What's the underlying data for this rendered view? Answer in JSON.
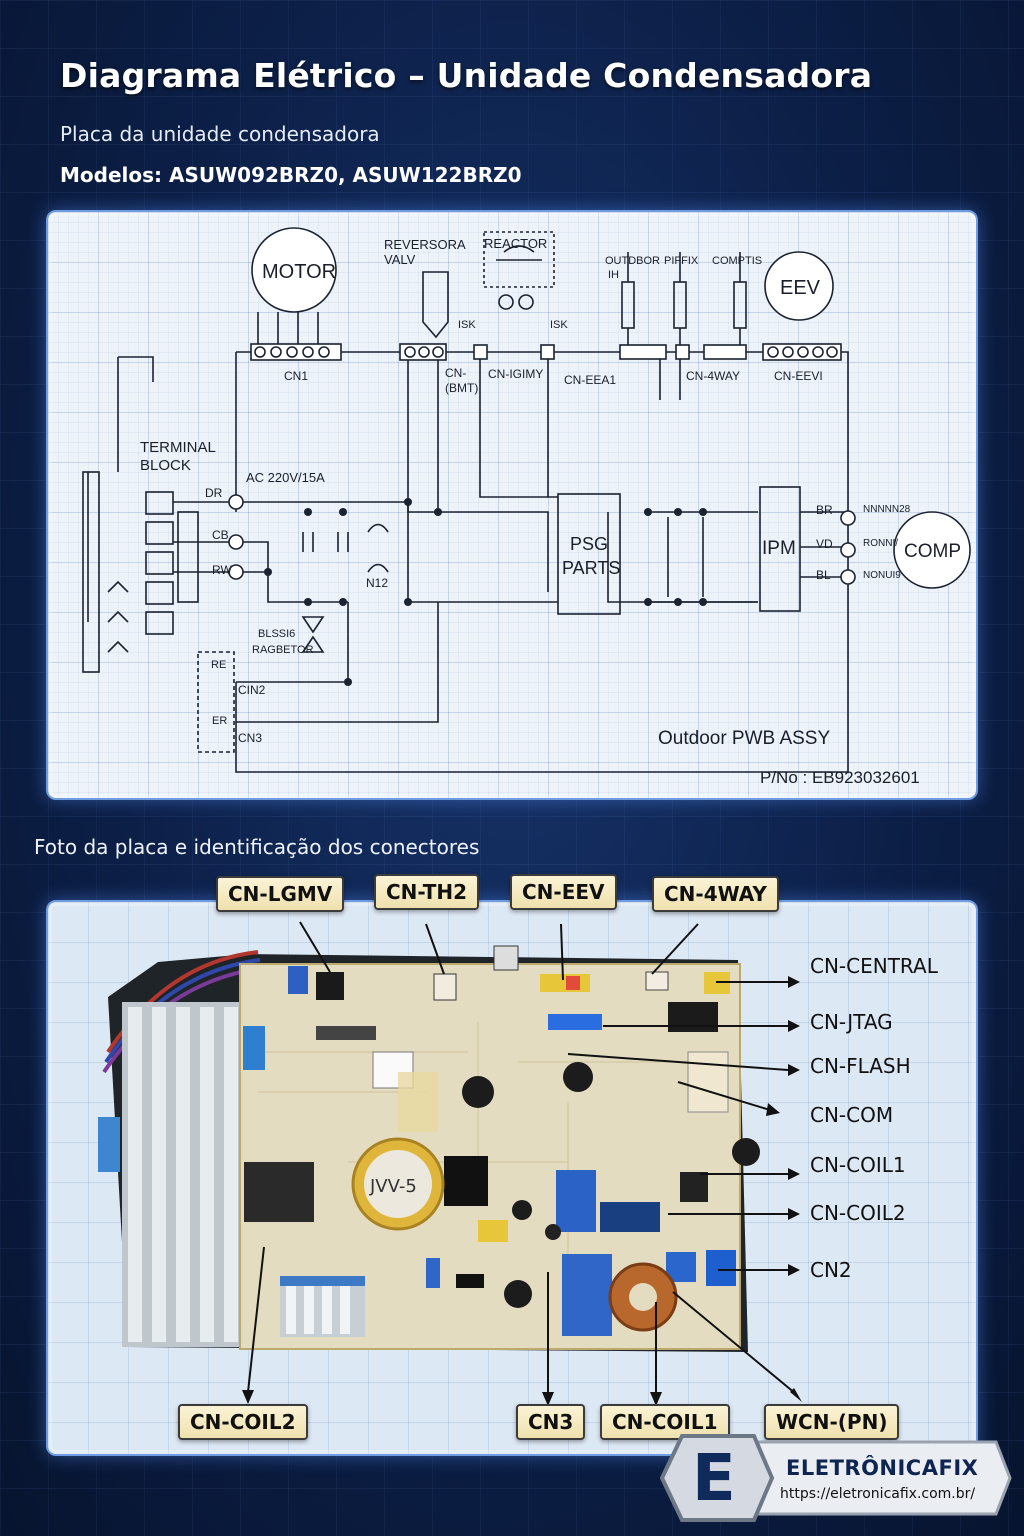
{
  "header": {
    "title": "Diagrama Elétrico – Unidade Condensadora",
    "subtitle": "Placa da unidade condensadora",
    "models": "Modelos: ASUW092BRZ0, ASUW122BRZ0"
  },
  "schematic": {
    "components": {
      "motor": "MOTOR",
      "reversing_valve": "REVERSORA",
      "reversing_valve_2": "VALV",
      "reactor": "REACTOR",
      "outdoor_th": "OUTDBOR",
      "outdoor_th_2": "IH",
      "pipe_th": "PIFFIX",
      "comp_th": "COMPTIS",
      "eev": "EEV",
      "terminal_block": "TERMINAL",
      "terminal_block_2": "BLOCK",
      "ac_rating": "AC 220V/15A",
      "psg": "PSG",
      "psg_2": "PARTS",
      "ipm": "IPM",
      "comp": "COMP",
      "n12": "N12",
      "bridge": "BLSSI6",
      "bridge_2": "RAGBETOR",
      "board_name": "Outdoor PWB ASSY",
      "part_number": "P/No : EB923032601"
    },
    "connectors": {
      "cn1": "CN1",
      "cn_bmt": "CN-",
      "cn_bmt_2": "(BMT)",
      "cn_lgmv": "CN-IGIMY",
      "cn_eea1": "CN-EEA1",
      "cn_4way": "CN-4WAY",
      "cn_eev": "CN-EEVI",
      "cin2": "CIN2",
      "cn3": "CN3",
      "isk_left": "ISK",
      "isk_right": "ISK"
    },
    "wire_labels": {
      "dr": "DR",
      "cb": "CB",
      "rw": "RW",
      "re": "RE",
      "er": "ER",
      "br": "BR",
      "vd": "VD",
      "bl": "BL",
      "u": "NNNNN28",
      "v": "RONNI/",
      "w": "NONUI9"
    }
  },
  "photo": {
    "caption": "Foto da placa e identificação dos conectores",
    "top_tags": [
      "CN-LGMV",
      "CN-TH2",
      "CN-EEV",
      "CN-4WAY"
    ],
    "side_labels": [
      "CN-CENTRAL",
      "CN-JTAG",
      "CN-FLASH",
      "CN-COM",
      "CN-COIL1",
      "CN-COIL2",
      "CN2"
    ],
    "bottom_tags": [
      "CN-COIL2",
      "CN3",
      "CN-COIL1",
      "WCN-(PN)"
    ],
    "capacitor_mark": "JVV-5"
  },
  "brand": {
    "logo_letter": "E",
    "name": "ELETRÔNICAFIX",
    "url": "https://eletronicafix.com.br/"
  },
  "colors": {
    "background": "#0c1f47",
    "panel_border": "#6f9be0",
    "tag_fill": "#f6ebc4",
    "pcb": "#e4dcc0"
  }
}
